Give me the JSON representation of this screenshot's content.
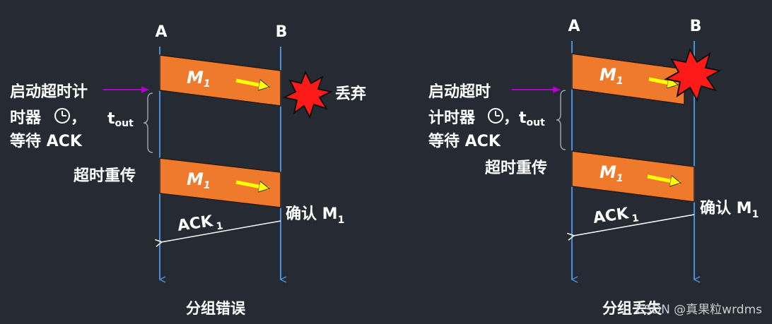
{
  "colors": {
    "background": "#262b33",
    "timeline": "#4a90d9",
    "frame_fill": "#ef7a2c",
    "frame_stroke": "#2a1a10",
    "arrow_yellow": "#ffff00",
    "timer_arrow": "#b000c8",
    "explosion": "#ff1a1a",
    "ack_line": "#ffffff"
  },
  "icons": {
    "clock": "clock-icon",
    "explosion": "explosion-icon"
  },
  "left": {
    "node_a": "A",
    "node_b": "B",
    "frame_label": "M",
    "frame_sub": "1",
    "start_timer_line1": "启动超时计",
    "start_timer_line2": "时器",
    "comma": "，",
    "tout_t": "t",
    "tout_sub": "out",
    "wait_ack": "等待 ACK",
    "retransmit": "超时重传",
    "discard": "丢弃",
    "ack_label": "ACK",
    "ack_sub": "1",
    "confirm": "确认 M",
    "confirm_sub": "1",
    "caption": "分组错误"
  },
  "right": {
    "node_a": "A",
    "node_b": "B",
    "frame_label": "M",
    "frame_sub": "1",
    "start_timer_line1": "启动超时",
    "start_timer_line2": "计时器",
    "comma": "，",
    "tout_t": "t",
    "tout_sub": "out",
    "wait_ack": "等待 ACK",
    "retransmit": "超时重传",
    "ack_label": "ACK",
    "ack_sub": "1",
    "confirm": "确认 M",
    "confirm_sub": "1",
    "caption": "分组丢失"
  },
  "watermark": "CSDN @真果粒wrdms"
}
